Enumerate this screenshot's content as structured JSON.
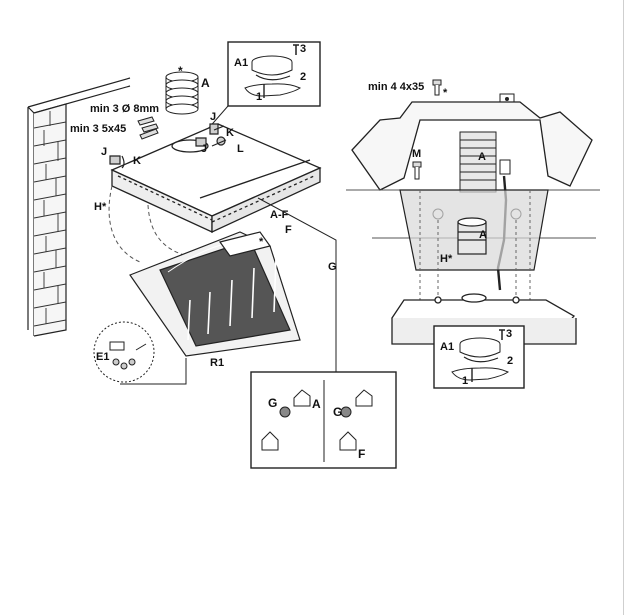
{
  "labels": {
    "A_top": "A",
    "asterisk_top": "*",
    "min3_8mm": "min 3 Ø 8mm",
    "min3_5x45": "min 3 5x45",
    "J_left": "J",
    "K_left": "K",
    "J_center": "J",
    "J_right": "J",
    "K_right": "K",
    "L": "L",
    "H_left": "H*",
    "AF": "A-F",
    "F": "F",
    "asterisk_filter": "*",
    "G_line": "G",
    "R1": "R1",
    "E1": "E1",
    "A1_left": "A1",
    "n3_left": "3",
    "n2_left": "2",
    "n1_left": "1",
    "min4_4x35": "min 4 4x35",
    "asterisk_screw": "*",
    "M": "M",
    "A_right_upper": "A",
    "A_right_lower": "A",
    "H_right": "H*",
    "A1_right": "A1",
    "n3_right": "3",
    "n2_right": "2",
    "n1_right": "1",
    "G_box_left": "G",
    "A_box": "A",
    "G_box_right": "G",
    "F_box": "F"
  }
}
